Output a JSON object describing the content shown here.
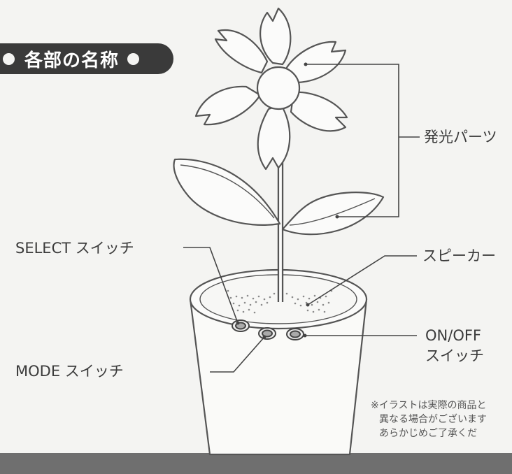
{
  "heading": {
    "title": "各部の名称"
  },
  "labels": {
    "light_parts": "発光パーツ",
    "select_switch": "SELECT スイッチ",
    "speaker": "スピーカー",
    "onoff_line1": "ON/OFF",
    "onoff_line2": "スイッチ",
    "mode_switch": "MODE スイッチ"
  },
  "note": {
    "line1": "※イラストは実際の商品と",
    "line2": "異なる場合がございます",
    "line3": "あらかじめご了承くだ"
  }
}
